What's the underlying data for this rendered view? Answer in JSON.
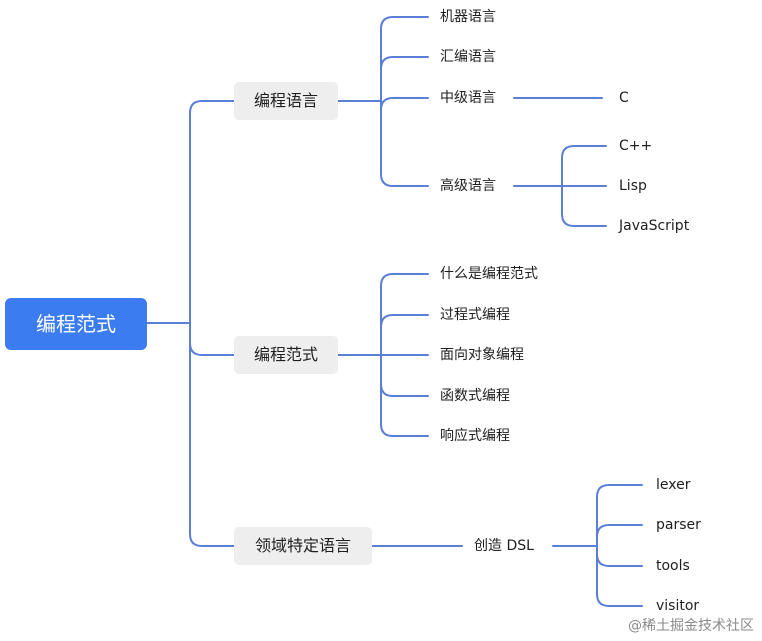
{
  "colors": {
    "accent": "#3b7cf0",
    "line": "#5b7fd6",
    "main_bg": "#eeeeee",
    "text": "#1f1f1f"
  },
  "root": {
    "label": "编程范式"
  },
  "branches": [
    {
      "label": "编程语言",
      "children": [
        {
          "label": "机器语言"
        },
        {
          "label": "汇编语言"
        },
        {
          "label": "中级语言",
          "children": [
            {
              "label": "C"
            }
          ]
        },
        {
          "label": "高级语言",
          "children": [
            {
              "label": "C++"
            },
            {
              "label": "Lisp"
            },
            {
              "label": "JavaScript"
            }
          ]
        }
      ]
    },
    {
      "label": "编程范式",
      "children": [
        {
          "label": "什么是编程范式"
        },
        {
          "label": "过程式编程"
        },
        {
          "label": "面向对象编程"
        },
        {
          "label": "函数式编程"
        },
        {
          "label": "响应式编程"
        }
      ]
    },
    {
      "label": "领域特定语言",
      "children": [
        {
          "label": "创造 DSL",
          "children": [
            {
              "label": "lexer"
            },
            {
              "label": "parser"
            },
            {
              "label": "tools"
            },
            {
              "label": "visitor"
            }
          ]
        }
      ]
    }
  ],
  "watermark": "@稀土掘金技术社区"
}
